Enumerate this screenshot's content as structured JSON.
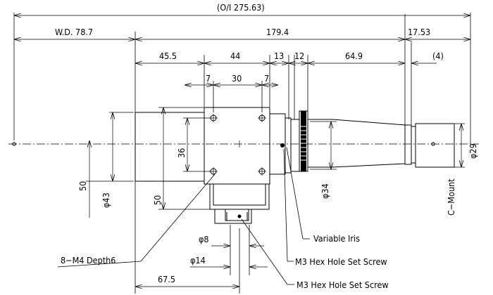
{
  "dimensions": {
    "overall": "(O/I 275.63)",
    "working_distance": "W.D. 78.7",
    "body_length": "179.4",
    "mount_length": "17.53",
    "seg_front": "45.5",
    "seg_block": "44",
    "seg_13": "13",
    "seg_12": "12",
    "seg_rear": "64.9",
    "mount_4": "(4)",
    "hole_left": "7",
    "hole_pitch": "30",
    "hole_right": "7",
    "block_height": "36",
    "front_height": "50",
    "block_lower": "50",
    "dia_front": "φ43",
    "dia_tube": "φ34",
    "dia_mount": "φ29",
    "dia_port": "φ8",
    "dia_boss": "φ14",
    "bottom_len": "67.5"
  },
  "labels": {
    "mount": "C−Mount",
    "iris": "Variable Iris",
    "screw1": "M3 Hex Hole Set Screw",
    "screw2": "M3 Hex Hole Set Screw",
    "holes": "8−M4 Depth6"
  }
}
